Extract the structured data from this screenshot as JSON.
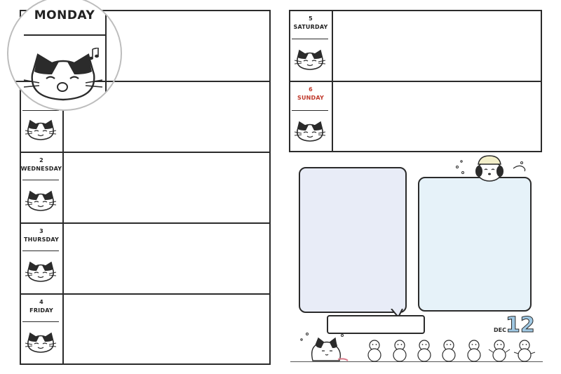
{
  "left_page": {
    "zoom_day": "MONDAY",
    "days": [
      {
        "num": "2",
        "name": "WEDNESDAY"
      },
      {
        "num": "3",
        "name": "THURSDAY"
      },
      {
        "num": "4",
        "name": "FRIDAY"
      }
    ]
  },
  "right_page": {
    "days": [
      {
        "num": "5",
        "name": "SATURDAY"
      },
      {
        "num": "6",
        "name": "SUNDAY"
      }
    ],
    "month_label": "DEC",
    "month_number": "12"
  },
  "colors": {
    "line": "#2b2b2b",
    "sunday": "#c0392b",
    "bubble_left": "#e8ecf7",
    "bubble_right": "#e6f2f9",
    "month_number": "#9fc8e3"
  }
}
